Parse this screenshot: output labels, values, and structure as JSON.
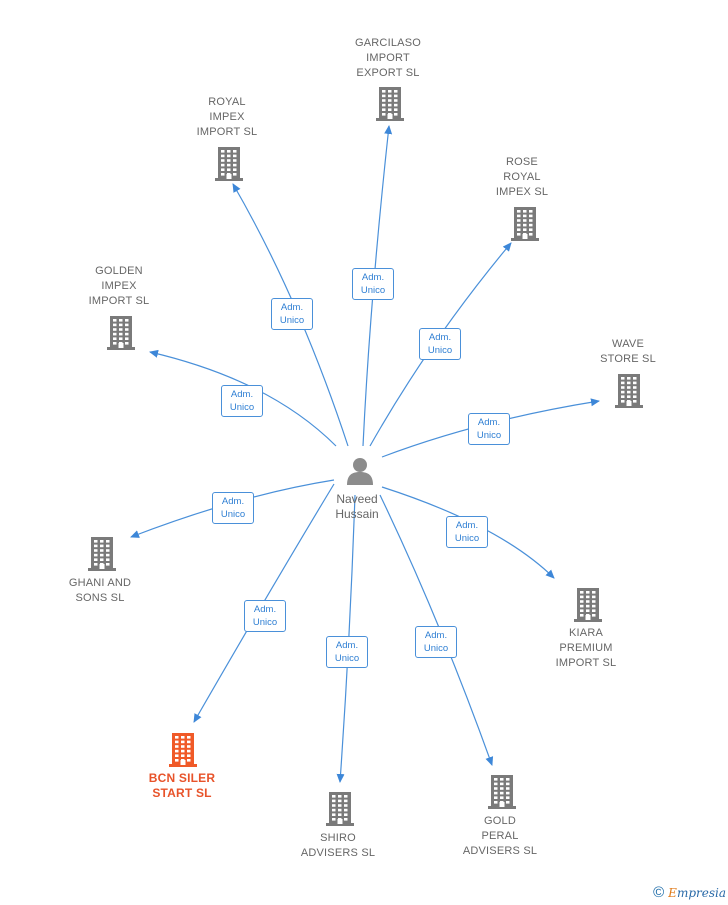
{
  "colors": {
    "edge": "#4a90d9",
    "company": "#7a7a7a",
    "highlight": "#f05a28",
    "person": "#8c8c8c"
  },
  "center": {
    "name": "Naveed\nHussain",
    "icon": "person-icon"
  },
  "edge_label": "Adm.\nUnico",
  "companies": [
    {
      "id": "garcilaso",
      "name": "GARCILASO\nIMPORT\nEXPORT  SL",
      "icon": "building-icon",
      "highlight": false
    },
    {
      "id": "royal",
      "name": "ROYAL\nIMPEX\nIMPORT  SL",
      "icon": "building-icon",
      "highlight": false
    },
    {
      "id": "rose",
      "name": "ROSE\nROYAL\nIMPEX  SL",
      "icon": "building-icon",
      "highlight": false
    },
    {
      "id": "golden",
      "name": "GOLDEN\nIMPEX\nIMPORT  SL",
      "icon": "building-icon",
      "highlight": false
    },
    {
      "id": "wave",
      "name": "WAVE\nSTORE  SL",
      "icon": "building-icon",
      "highlight": false
    },
    {
      "id": "ghani",
      "name": "GHANI AND\nSONS  SL",
      "icon": "building-icon",
      "highlight": false
    },
    {
      "id": "kiara",
      "name": "KIARA\nPREMIUM\nIMPORT  SL",
      "icon": "building-icon",
      "highlight": false
    },
    {
      "id": "bcn",
      "name": "BCN SILER\nSTART  SL",
      "icon": "building-icon",
      "highlight": true
    },
    {
      "id": "shiro",
      "name": "SHIRO\nADVISERS  SL",
      "icon": "building-icon",
      "highlight": false
    },
    {
      "id": "gold",
      "name": "GOLD\nPERAL\nADVISERS  SL",
      "icon": "building-icon",
      "highlight": false
    }
  ],
  "footer": {
    "copyright_symbol": "©",
    "brand_first": "E",
    "brand_rest": "mpresia"
  }
}
